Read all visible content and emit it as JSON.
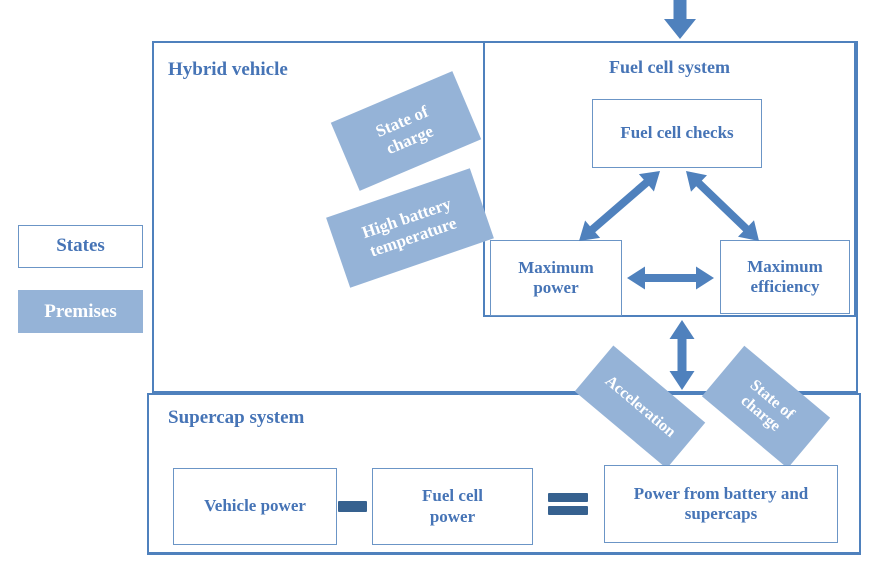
{
  "legend": {
    "states": "States",
    "premises": "Premises"
  },
  "containers": {
    "hybrid_vehicle": {
      "label": "Hybrid vehicle"
    },
    "fuel_cell_system": {
      "label": "Fuel cell system"
    },
    "supercap_system": {
      "label": "Supercap system"
    }
  },
  "states": {
    "fuel_cell_checks": "Fuel cell checks",
    "maximum_power": "Maximum power",
    "maximum_efficiency": "Maximum efficiency",
    "vehicle_power": "Vehicle power",
    "fuel_cell_power": "Fuel cell power",
    "power_from_battery_and_supercaps": "Power from battery and supercaps"
  },
  "premises": {
    "state_of_charge_upper": "State of charge",
    "high_battery_temperature": "High battery temperature",
    "acceleration": "Acceleration",
    "state_of_charge_lower": "State of charge"
  },
  "equation": {
    "minus": "−",
    "equals": "="
  },
  "connections": [
    {
      "id": "input-top",
      "type": "arrow",
      "from": "external",
      "to": "fuel-cell-system"
    },
    {
      "id": "checks-power",
      "type": "double-arrow",
      "from": "fuel-cell-checks",
      "to": "maximum-power"
    },
    {
      "id": "checks-efficiency",
      "type": "double-arrow",
      "from": "fuel-cell-checks",
      "to": "maximum-efficiency"
    },
    {
      "id": "power-efficiency",
      "type": "double-arrow",
      "from": "maximum-power",
      "to": "maximum-efficiency"
    },
    {
      "id": "fuelcell-supercap",
      "type": "double-arrow",
      "from": "fuel-cell-system",
      "to": "supercap-system"
    }
  ],
  "colors": {
    "accent": "#4f81bd",
    "premise_fill": "#95b3d7",
    "text": "#4674b6",
    "operator": "#36618f",
    "state_border": "#6b95c6"
  }
}
